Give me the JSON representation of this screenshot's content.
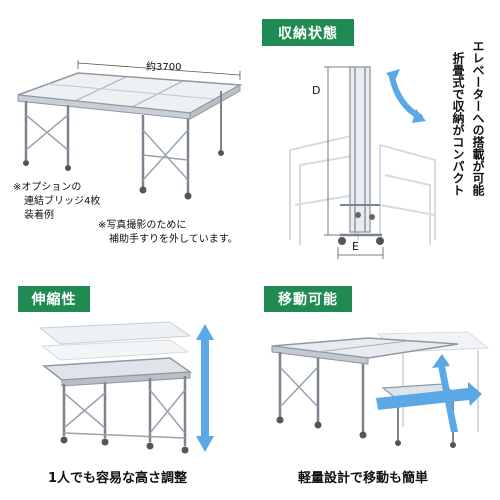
{
  "dimension_label": "約3700",
  "notes": {
    "option_line1": "※オプションの",
    "option_line2": "連結ブリッジ4枚",
    "option_line3": "装着例",
    "photo_line1": "※写真撮影のために",
    "photo_line2": "補助手すりを外しています。"
  },
  "storage": {
    "badge": "収納状態",
    "label_d": "D",
    "label_e": "E",
    "vertical_line1": "エレベーターへの搭載が可能",
    "vertical_line2": "折畳式で収納がコンパクト"
  },
  "telescopic": {
    "badge": "伸縮性",
    "caption": "1人でも容易な高さ調整"
  },
  "mobile": {
    "badge": "移動可能",
    "caption": "軽量設計で移動も簡単"
  },
  "colors": {
    "badge_green": "#1f8a52",
    "arrow_blue": "#5aa9e6",
    "frame_gray": "#9aa3ad"
  }
}
